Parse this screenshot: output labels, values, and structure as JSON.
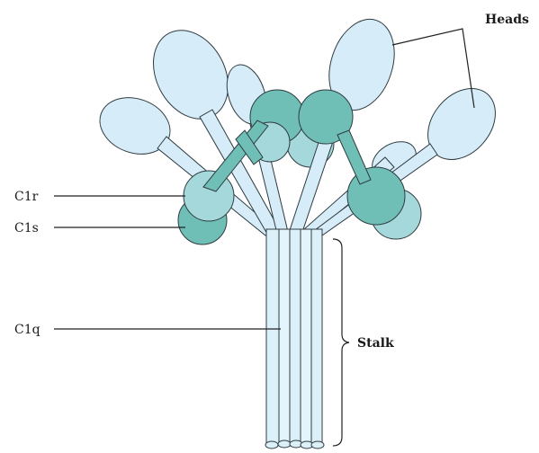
{
  "labels": {
    "heads": "Heads",
    "c1r": "C1r",
    "c1s": "C1s",
    "c1q": "C1q",
    "stalk": "Stalk"
  },
  "colors": {
    "light_blue_fill": "#d6ecf8",
    "stalk_fill": "#dcf0fa",
    "teal_dark": "#6fbfb6",
    "teal_light": "#a5d8da",
    "outline": "#2f3b40"
  }
}
